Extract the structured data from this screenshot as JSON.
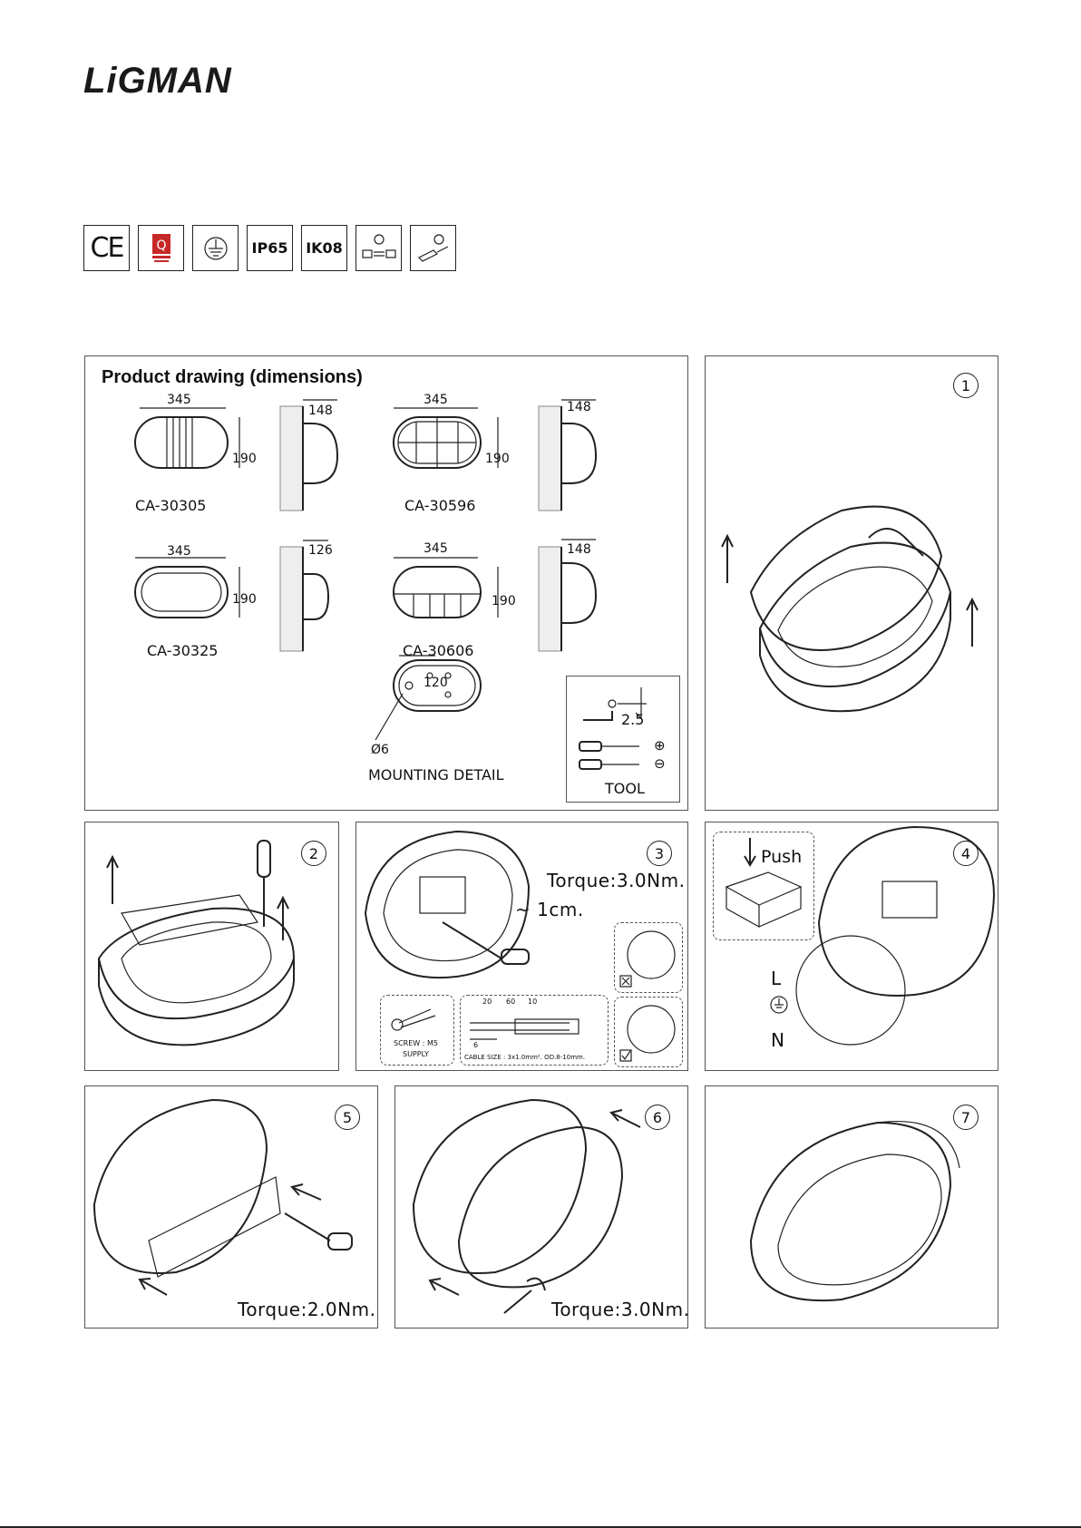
{
  "brand": {
    "logo": "LiGMAN"
  },
  "certifications": [
    {
      "label": "CE",
      "icon": "ce-mark-icon"
    },
    {
      "label": "",
      "icon": "quality-certificate-icon"
    },
    {
      "label": "",
      "icon": "earth-ground-icon"
    },
    {
      "label": "IP65",
      "icon": ""
    },
    {
      "label": "IK08",
      "icon": ""
    },
    {
      "label": "",
      "icon": "installation-icon"
    },
    {
      "label": "",
      "icon": "install-screwdriver-icon"
    }
  ],
  "product_drawing": {
    "title": "Product drawing (dimensions)",
    "models": [
      {
        "code": "CA-30305",
        "width": "345",
        "height": "190",
        "depth": "148"
      },
      {
        "code": "CA-30596",
        "width": "345",
        "height": "190",
        "depth": "148"
      },
      {
        "code": "CA-30325",
        "width": "345",
        "height": "190",
        "depth": "126"
      },
      {
        "code": "CA-30606",
        "width": "345",
        "height": "190",
        "depth": "148"
      }
    ],
    "mounting": {
      "spacing": "120",
      "hole": "Ø6",
      "label": "MOUNTING DETAIL"
    },
    "tool": {
      "allen_size": "2.5",
      "label": "TOOL",
      "phillips": "⊕",
      "flat": "⊖"
    }
  },
  "steps": [
    {
      "num": "1",
      "text": ""
    },
    {
      "num": "2",
      "text": ""
    },
    {
      "num": "3",
      "torque": "Torque:3.0Nm.",
      "strip": "~ 1cm.",
      "screw": "SCREW : M5",
      "supply": "SUPPLY",
      "cable": "CABLE SIZE : 3x1.0mm². OD.8-10mm.",
      "strip_lengths": [
        "20",
        "60",
        "10",
        "6"
      ]
    },
    {
      "num": "4",
      "push": "Push",
      "wires": [
        "L",
        "N"
      ]
    },
    {
      "num": "5",
      "torque": "Torque:2.0Nm."
    },
    {
      "num": "6",
      "torque": "Torque:3.0Nm."
    },
    {
      "num": "7"
    }
  ]
}
